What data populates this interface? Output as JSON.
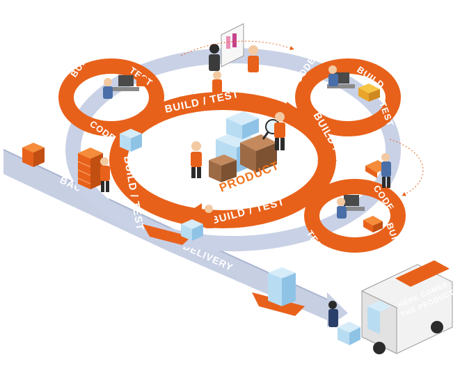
{
  "colors": {
    "orange": "#e8611a",
    "orange_light": "#f58c3a",
    "belt": "#b9c3dd",
    "box_blue": "#b8dcf2",
    "box_brown": "#9c6a45",
    "dark": "#2b2b2b",
    "truck": "#f2f2f2"
  },
  "labels": {
    "top_left_ring": {
      "build": "BUILD",
      "test": "TEST",
      "code": "CODE"
    },
    "top_right_ring": {
      "code": "CODE",
      "build": "BUILD",
      "test": "TEST"
    },
    "bottom_right_ring": {
      "code": "CODE",
      "build": "BUILD",
      "test": "TEST"
    },
    "inner_ring": {
      "top": "BUILD / TEST",
      "right": "BUILD / TEST",
      "left": "BUILD / TEST",
      "bottom": "BUILD / TEST"
    },
    "center": "PRODUCT",
    "backlog": "BACKLOG",
    "delivery": "DELIVERY",
    "truck_line1": "HERE COMES",
    "truck_line2": "THE PRODUCT"
  },
  "icons": [
    "developer-at-computer-icon",
    "tester-at-whiteboard-icon",
    "product-boxes-icon",
    "magnifier-icon",
    "delivery-truck-icon",
    "boat-icon",
    "worker-carrying-box-icon"
  ]
}
